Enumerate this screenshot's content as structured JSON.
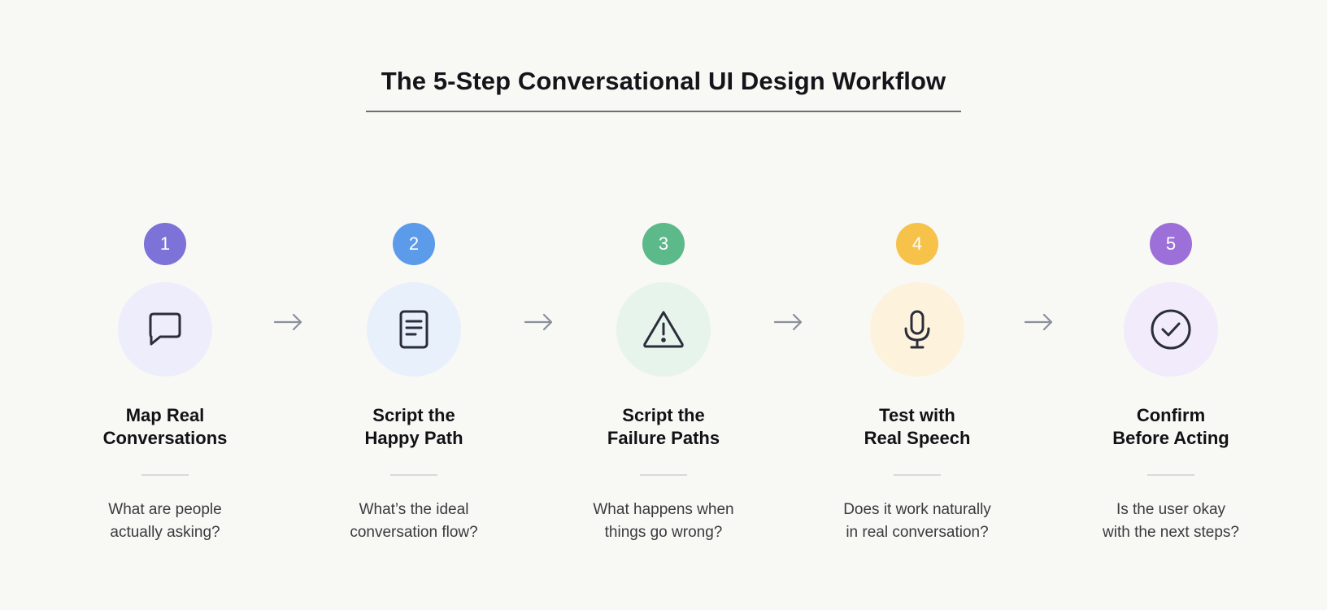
{
  "title": "The 5-Step Conversational UI Design Workflow",
  "colors": {
    "background": "#f8f8f5",
    "arrow": "#8b8f9a",
    "icon_stroke": "#2b2d3a"
  },
  "steps": [
    {
      "number": "1",
      "icon": "chat-bubble-icon",
      "title_line1": "Map Real",
      "title_line2": "Conversations",
      "desc_line1": "What are people",
      "desc_line2": "actually asking?",
      "badge_color": "#7c72d8",
      "bg_color": "#eeedfb"
    },
    {
      "number": "2",
      "icon": "document-icon",
      "title_line1": "Script the",
      "title_line2": "Happy Path",
      "desc_line1": "What’s the ideal",
      "desc_line2": "conversation flow?",
      "badge_color": "#5b9bea",
      "bg_color": "#e8f0fc"
    },
    {
      "number": "3",
      "icon": "warning-icon",
      "title_line1": "Script the",
      "title_line2": "Failure Paths",
      "desc_line1": "What happens when",
      "desc_line2": "things go wrong?",
      "badge_color": "#5cb98a",
      "bg_color": "#e6f4ec"
    },
    {
      "number": "4",
      "icon": "microphone-icon",
      "title_line1": "Test with",
      "title_line2": "Real Speech",
      "desc_line1": "Does it work naturally",
      "desc_line2": "in real conversation?",
      "badge_color": "#f6c24a",
      "bg_color": "#fdf2dc"
    },
    {
      "number": "5",
      "icon": "check-circle-icon",
      "title_line1": "Confirm",
      "title_line2": "Before Acting",
      "desc_line1": "Is the user okay",
      "desc_line2": "with the next steps?",
      "badge_color": "#9c70d8",
      "bg_color": "#f1ebfb"
    }
  ]
}
